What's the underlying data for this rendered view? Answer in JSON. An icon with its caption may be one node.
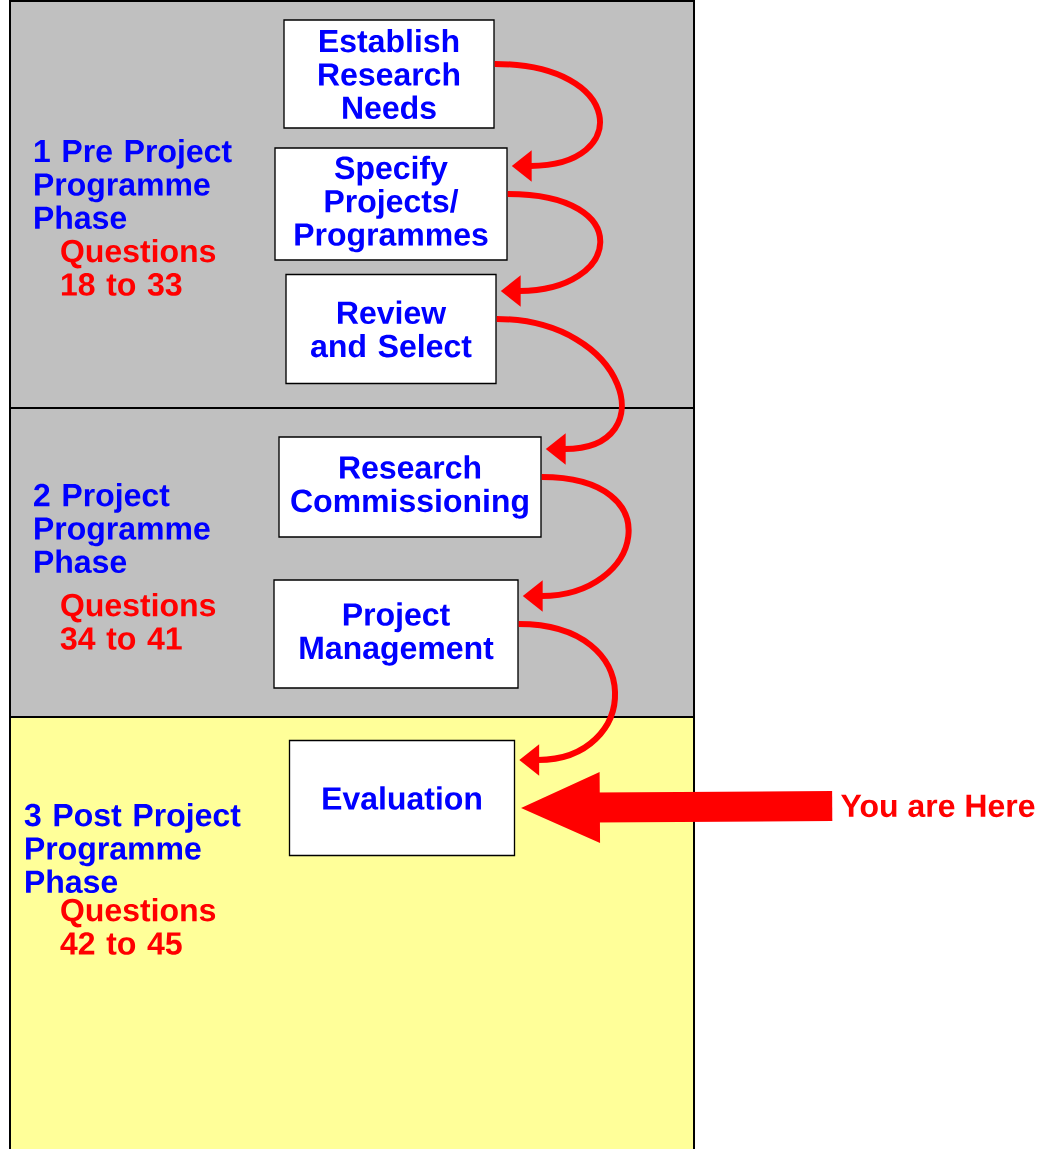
{
  "diagram": {
    "nodes": [
      {
        "text": [
          "1 Pre Project Programme Phase",
          "Questions 18 to 33"
        ]
      },
      {
        "text": [
          "Establish Research Needs"
        ],
        "in": 0
      },
      {
        "text": [
          "Specify Projects/ Programmes"
        ],
        "in": 0
      },
      {
        "text": [
          "Review and Select"
        ],
        "in": 0
      },
      {
        "text": [
          "2 Project Programme Phase",
          "Questions 34 to 41"
        ]
      },
      {
        "text": [
          "Research Commissioning"
        ],
        "in": 4
      },
      {
        "text": [
          "Project Management"
        ],
        "in": 4
      },
      {
        "text": [
          "3 Post Project Programme Phase",
          "Questions 42 to 45"
        ]
      },
      {
        "text": [
          "Evaluation"
        ],
        "in": 7
      },
      {
        "text": [
          "You are Here"
        ]
      }
    ],
    "edges": [
      {
        "from": 1,
        "to": 2,
        "arrow": "to"
      },
      {
        "from": 2,
        "to": 3,
        "arrow": "to"
      },
      {
        "from": 3,
        "to": 5,
        "arrow": "to"
      },
      {
        "from": 5,
        "to": 6,
        "arrow": "to"
      },
      {
        "from": 6,
        "to": 8,
        "arrow": "to"
      },
      {
        "from": 9,
        "to": 8,
        "arrow": "to",
        "style": "thick"
      }
    ]
  }
}
